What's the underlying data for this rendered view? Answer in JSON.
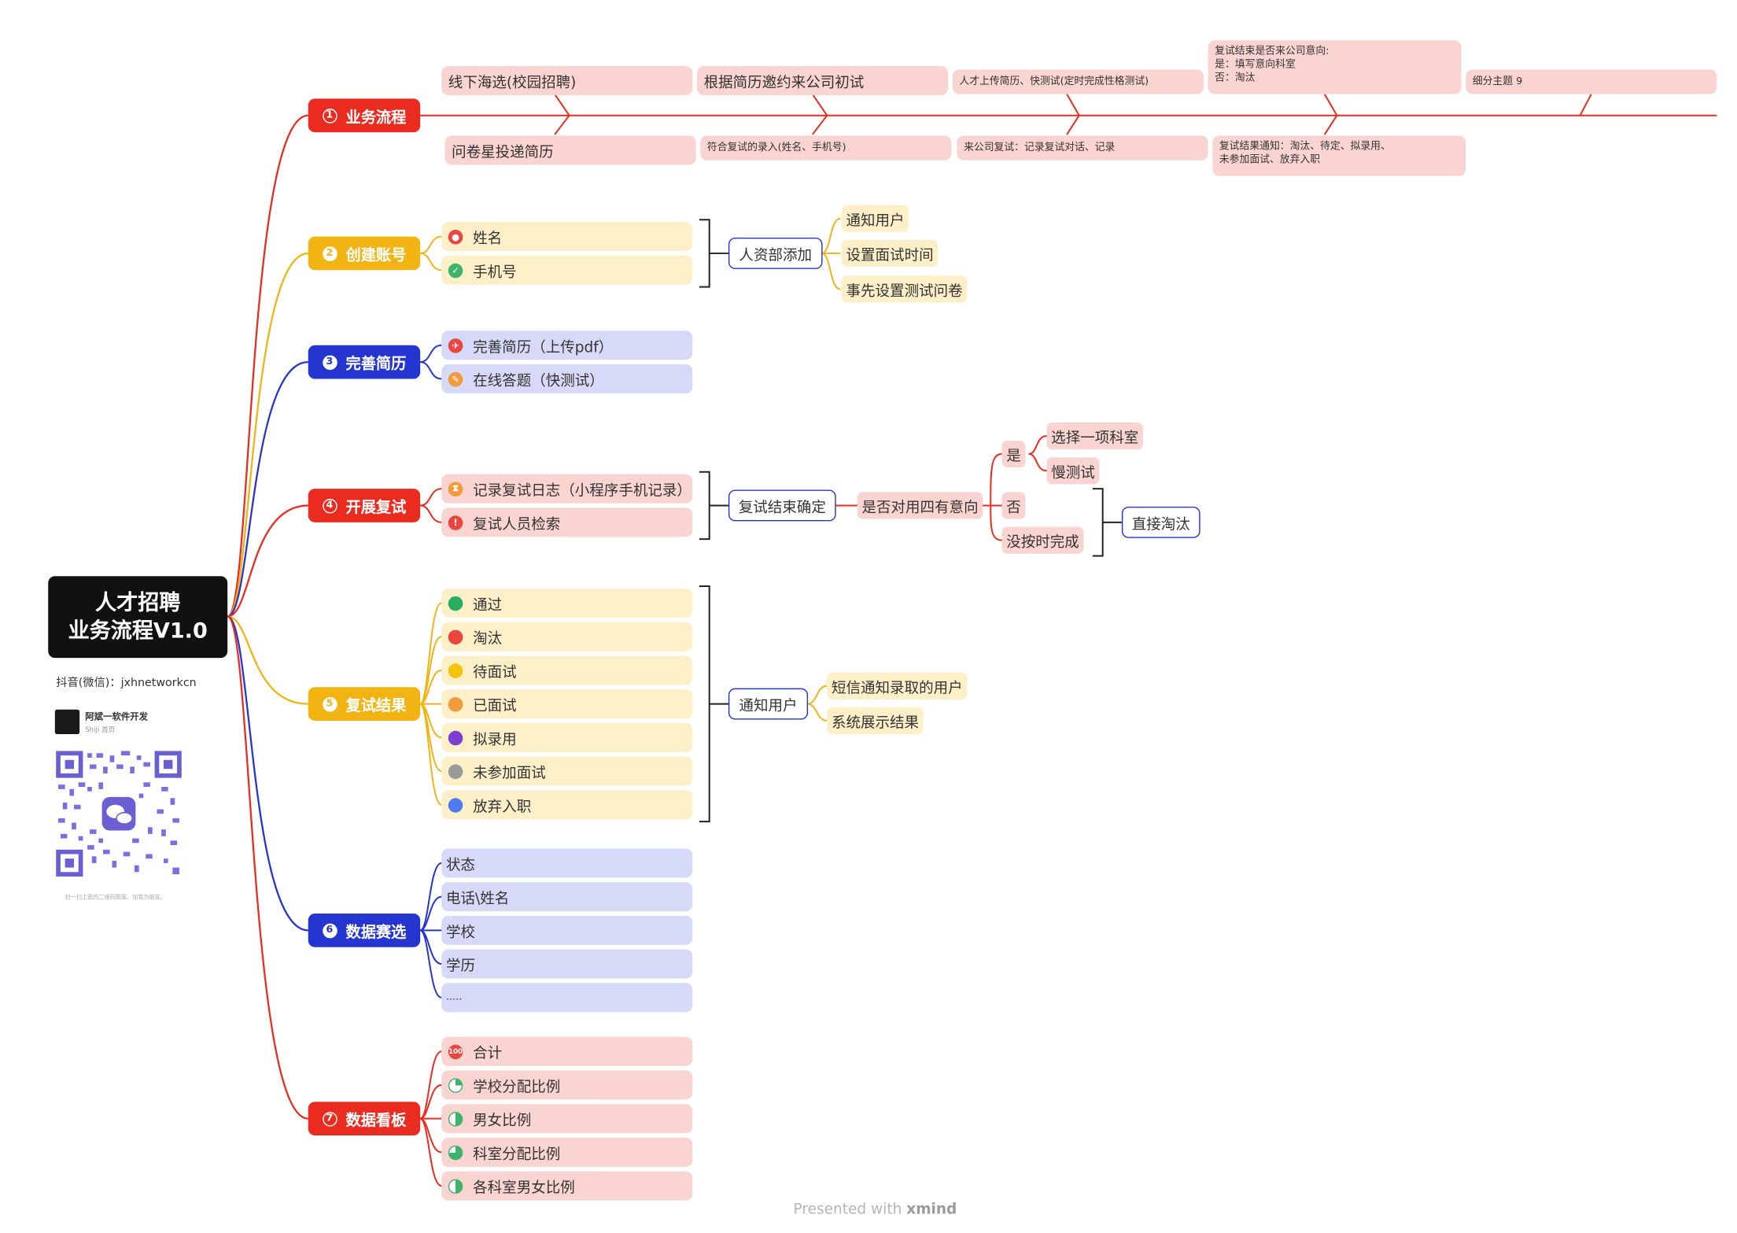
{
  "root": {
    "line1": "人才招聘",
    "line2": "业务流程V1.0"
  },
  "author": {
    "contact": "抖音(微信)：jxhnetworkcn",
    "profile_name": "阿斌一软件开发",
    "profile_sub": "ShiJi 首页",
    "qr_caption": "扫一扫上面的二维码图案，加我为朋友。"
  },
  "branches": {
    "b1": {
      "num": "1",
      "label": "业务流程"
    },
    "b2": {
      "num": "2",
      "label": "创建账号"
    },
    "b3": {
      "num": "3",
      "label": "完善简历"
    },
    "b4": {
      "num": "4",
      "label": "开展复试"
    },
    "b5": {
      "num": "5",
      "label": "复试结果"
    },
    "b6": {
      "num": "6",
      "label": "数据赛选"
    },
    "b7": {
      "num": "7",
      "label": "数据看板"
    }
  },
  "flow": {
    "top": [
      "线下海选(校园招聘)",
      "根据简历邀约来公司初试",
      "人才上传简历、快测试(定时完成性格测试)",
      "复试结束是否来公司意向:\n是：填写意向科室\n否：淘汰",
      "细分主题 9"
    ],
    "bottom": [
      "问卷星投递简历",
      "符合复试的录入(姓名、手机号)",
      "来公司复试：记录复试对话、记录",
      "复试结果通知：淘汰、待定、拟录用、\n未参加面试、放弃入职"
    ]
  },
  "account": {
    "items": [
      {
        "label": "姓名",
        "icon": "user-icon",
        "color": "#e8463f"
      },
      {
        "label": "手机号",
        "icon": "check-icon",
        "color": "#3db36b"
      }
    ],
    "group": "人资部添加",
    "sub": [
      "通知用户",
      "设置面试时间",
      "事先设置测试问卷"
    ]
  },
  "resume": {
    "items": [
      {
        "label": "完善简历（上传pdf）",
        "icon": "pin-icon",
        "color": "#e8463f"
      },
      {
        "label": "在线答题（快测试）",
        "icon": "pencil-icon",
        "color": "#f39a3c"
      }
    ]
  },
  "retest": {
    "items": [
      {
        "label": "记录复试日志（小程序手机记录）",
        "icon": "hourglass-icon",
        "color": "#f39a3c"
      },
      {
        "label": "复试人员检索",
        "icon": "alert-icon",
        "color": "#e8463f"
      }
    ],
    "group": "复试结束确定",
    "question": "是否对用四有意向",
    "yes": "是",
    "yes_children": [
      "选择一项科室",
      "慢测试"
    ],
    "no": "否",
    "timeout": "没按时完成",
    "outcome": "直接淘汰"
  },
  "results": {
    "items": [
      {
        "label": "通过",
        "icon": "green-dot-icon",
        "color": "#27ae60"
      },
      {
        "label": "淘汰",
        "icon": "red-dot-icon",
        "color": "#e8463f"
      },
      {
        "label": "待面试",
        "icon": "yellow-dot-icon",
        "color": "#f2c50c"
      },
      {
        "label": "已面试",
        "icon": "orange-dot-icon",
        "color": "#f39a3c"
      },
      {
        "label": "拟录用",
        "icon": "purple-dot-icon",
        "color": "#7a3fd1"
      },
      {
        "label": "未参加面试",
        "icon": "gray-dot-icon",
        "color": "#9a9a9a"
      },
      {
        "label": "放弃入职",
        "icon": "blue-dot-icon",
        "color": "#4f7bef"
      }
    ],
    "group": "通知用户",
    "sub": [
      "短信通知录取的用户",
      "系统展示结果"
    ]
  },
  "filter": {
    "items": [
      "状态",
      "电话\\姓名",
      "学校",
      "学历",
      "....."
    ]
  },
  "dashboard": {
    "items": [
      {
        "label": "合计",
        "icon": "hundred-icon",
        "color": "#e8463f"
      },
      {
        "label": "学校分配比例",
        "icon": "progress-quarter-icon",
        "color": "#3db36b"
      },
      {
        "label": "男女比例",
        "icon": "progress-half-icon",
        "color": "#3db36b"
      },
      {
        "label": "科室分配比例",
        "icon": "progress-three-quarter-icon",
        "color": "#3db36b"
      },
      {
        "label": "各科室男女比例",
        "icon": "progress-split-icon",
        "color": "#3db36b"
      }
    ]
  },
  "footer": {
    "prefix": "Presented with",
    "brand": "xmind"
  },
  "colors": {
    "red": "#ea2b20",
    "yellow": "#f2b413",
    "blue": "#2535d0",
    "pink": "#f9d4d1",
    "cream": "#fdf0c8",
    "lavender": "#d6d9f7"
  }
}
